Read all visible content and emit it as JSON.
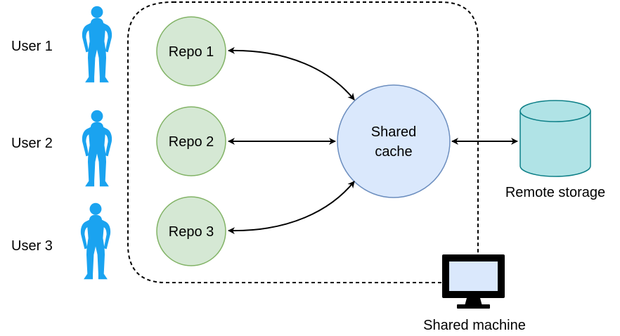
{
  "users": [
    {
      "label": "User 1"
    },
    {
      "label": "User 2"
    },
    {
      "label": "User 3"
    }
  ],
  "repos": [
    {
      "label": "Repo 1"
    },
    {
      "label": "Repo 2"
    },
    {
      "label": "Repo 3"
    }
  ],
  "cache": {
    "line1": "Shared",
    "line2": "cache"
  },
  "storage": {
    "label": "Remote storage"
  },
  "machine": {
    "label": "Shared machine"
  },
  "colors": {
    "person": "#1aa3f0",
    "repo_fill": "#d5e8d4",
    "repo_stroke": "#82b366",
    "cache_fill": "#dae8fc",
    "cache_stroke": "#6c8ebf",
    "storage_fill": "#b0e3e6",
    "storage_stroke": "#0e8088",
    "monitor_screen": "#dae8fc",
    "line": "#000000"
  },
  "icons": [
    "person-icon",
    "database-icon",
    "monitor-icon"
  ]
}
